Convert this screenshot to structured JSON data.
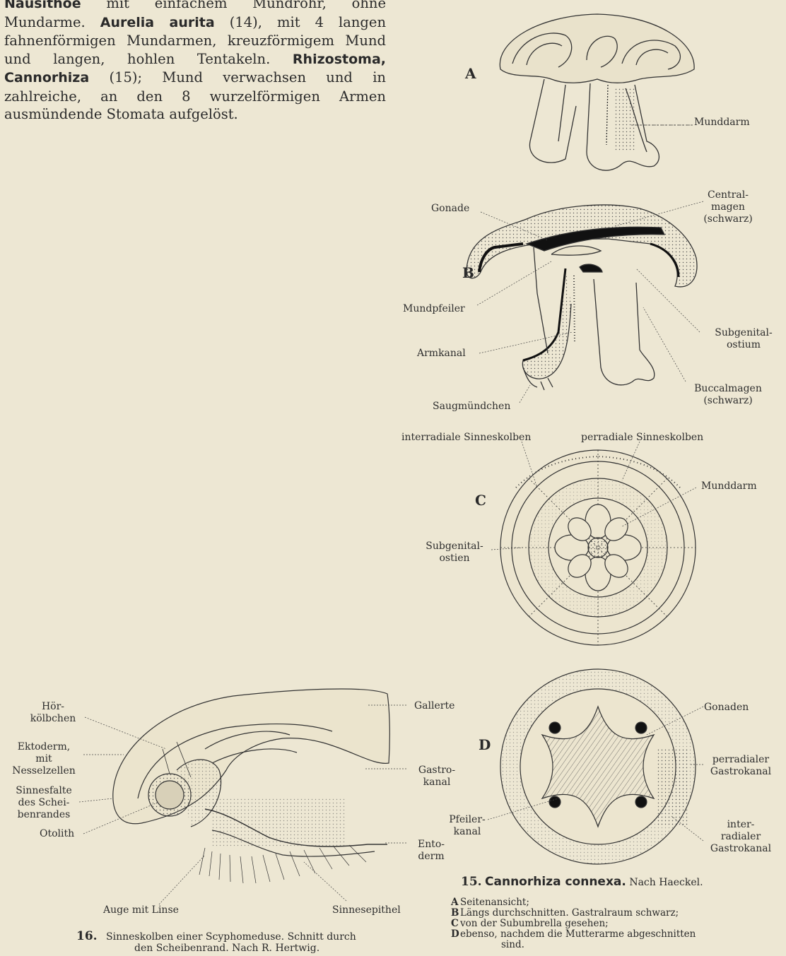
{
  "paragraph": {
    "s1_bold": "Nausithoe",
    "s1_text": " mit einfachem Mundrohr, ohne Mundarme. ",
    "s2_bold": "Aurelia aurita",
    "s2_text": " (14), mit 4 langen fahnenförmigen Mundarmen, kreuzförmigem Mund und langen, hohlen Tentakeln. ",
    "s3_bold": "Rhizostoma, Cannorhiza",
    "s3_text": " (15); Mund verwachsen und in zahlreiche, an den 8 wurzelförmigen Armen ausmündende Stomata aufgelöst."
  },
  "figure15": {
    "letters": {
      "a": "A",
      "b": "B",
      "c": "C",
      "d": "D"
    },
    "labels": {
      "munddarm_a": "Munddarm",
      "gonade": "Gonade",
      "centralmagen": "Central-\nmagen\n(schwarz)",
      "mundpfeiler": "Mundpfeiler",
      "subgenitalostium": "Subgenital-\nostium",
      "armkanal": "Armkanal",
      "buccalmagen": "Buccalmagen\n(schwarz)",
      "saugmuendchen": "Saugmündchen",
      "interradiale": "interradiale Sinneskolben",
      "perradiale": "perradiale Sinneskolben",
      "munddarm_c": "Munddarm",
      "subgenitalostien": "Subgenital-\nostien",
      "gonaden": "Gonaden",
      "perradialer": "perradialer\nGastrokanal",
      "pfeilerkanal": "Pfeiler-\nkanal",
      "interradialer": "inter-\nradialer\nGastrokanal"
    },
    "caption": {
      "number": "15.",
      "title": "Cannorhiza connexa.",
      "author": "Nach Haeckel."
    },
    "legend": [
      {
        "key": "A",
        "text": "Seitenansicht;"
      },
      {
        "key": "B",
        "text": "Längs durchschnitten. Gastralraum schwarz;"
      },
      {
        "key": "C",
        "text": "von der Subumbrella gesehen;"
      },
      {
        "key": "D",
        "text": "ebenso, nachdem die Mutterarme abgeschnitten"
      },
      {
        "key": "",
        "text": "sind."
      }
    ]
  },
  "figure16": {
    "labels": {
      "hoerkoelbchen": "Hör-\nkölbchen",
      "ektoderm": "Ektoderm,\nmit\nNesselzellen",
      "sinnesfalte": "Sinnesfalte\ndes Schei-\nbenrandes",
      "otolith": "Otolith",
      "gallerte": "Gallerte",
      "gastrokanal": "Gastro-\nkanal",
      "entoderm": "Ento-\nderm",
      "auge": "Auge mit Linse",
      "sinnesepithel": "Sinnesepithel"
    },
    "caption": {
      "number": "16.",
      "line1": "Sinneskolben einer Scyphomeduse. Schnitt durch",
      "line2": "den Scheibenrand. Nach R. Hertwig."
    }
  }
}
